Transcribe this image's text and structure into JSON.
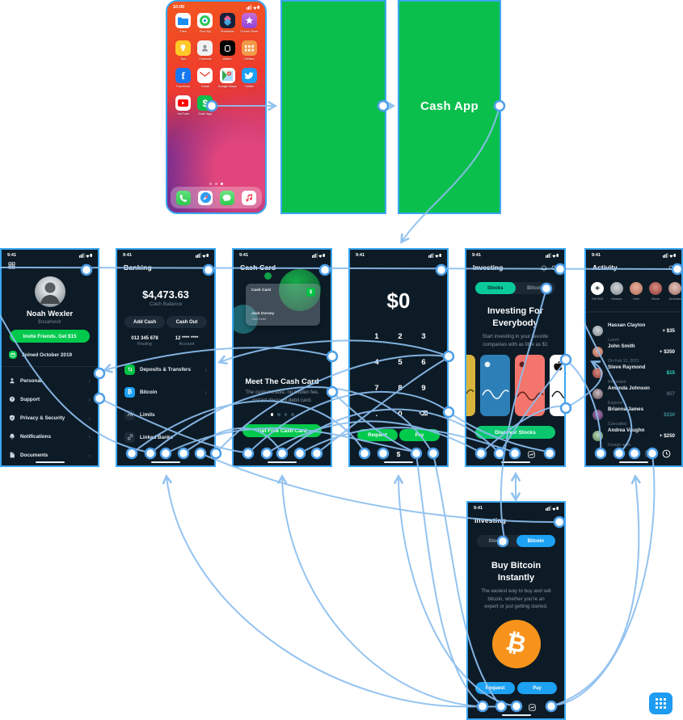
{
  "colors": {
    "cash_green": "#0bbf4d",
    "button_green": "#00c94c",
    "figma_blue": "#3aa7f4",
    "connector_blue": "#8cbeef",
    "screen_bg": "#0d1b26",
    "accent_blue": "#1da1f2",
    "bitcoin_orange": "#f7931a",
    "teal_segment": "#0aca9c"
  },
  "status_time": "9:41",
  "home": {
    "time": "10:00",
    "apps": [
      {
        "icon": "files-icon",
        "label": "Files"
      },
      {
        "icon": "findmy-icon",
        "label": "Find My"
      },
      {
        "icon": "shortcuts-icon",
        "label": "Shortcuts"
      },
      {
        "icon": "itunes-store-icon",
        "label": "iTunes Store"
      },
      {
        "icon": "tips-icon",
        "label": "Tips"
      },
      {
        "icon": "contacts-icon",
        "label": "Contacts"
      },
      {
        "icon": "watch-icon",
        "label": "Watch"
      },
      {
        "icon": "utilities-icon",
        "label": "Utilities"
      },
      {
        "icon": "facebook-icon",
        "label": "Facebook"
      },
      {
        "icon": "gmail-icon",
        "label": "Gmail"
      },
      {
        "icon": "google-maps-icon",
        "label": "Google Maps"
      },
      {
        "icon": "twitter-icon",
        "label": "Twitter"
      },
      {
        "icon": "youtube-icon",
        "label": "YouTube"
      },
      {
        "icon": "cash-app-icon",
        "label": "Cash App"
      }
    ],
    "dock_icons": [
      "phone-icon",
      "safari-icon",
      "messages-icon",
      "music-icon"
    ]
  },
  "splash": {
    "label": "Cash App"
  },
  "profile": {
    "name": "Noah Wexler",
    "handle": "$noahwxlr",
    "invite_button": "Invite Friends. Get $15",
    "joined": "Joined October 2019",
    "menu": [
      {
        "icon": "person-icon",
        "label": "Personal"
      },
      {
        "icon": "question-icon",
        "label": "Support"
      },
      {
        "icon": "shield-icon",
        "label": "Privacy & Security"
      },
      {
        "icon": "bell-icon",
        "label": "Notifications"
      },
      {
        "icon": "document-icon",
        "label": "Documents"
      }
    ]
  },
  "banking": {
    "title": "Banking",
    "balance": "$4,473.63",
    "balance_label": "Cash Balance",
    "add_cash": "Add Cash",
    "cash_out": "Cash Out",
    "routing_value": "012 345 678",
    "routing_label": "Routing",
    "account_value": "12 **** ****",
    "account_label": "Account",
    "menu": [
      {
        "icon": "transfers-icon",
        "label": "Deposits & Transfers"
      },
      {
        "icon": "bitcoin-icon",
        "label": "Bitcoin"
      },
      {
        "icon": "limits-icon",
        "label": "Limits"
      },
      {
        "icon": "link-icon",
        "label": "Linked Banks"
      }
    ]
  },
  "cash_card": {
    "title": "Cash Card",
    "card_brand": "Cash Card",
    "card_name": "Jack Dorsey",
    "card_type": "Visa Debit",
    "heading": "Meet The Cash Card",
    "desc": "The customizable, no hidden fee, instant discount debit card.",
    "cta": "Get Free Cash Card"
  },
  "payment": {
    "amount": "$0",
    "keys": [
      "1",
      "2",
      "3",
      "4",
      "5",
      "6",
      "7",
      "8",
      "9",
      ".",
      "0",
      "⌫"
    ],
    "request": "Request",
    "pay": "Pay"
  },
  "investing": {
    "title": "Investing",
    "tab_stocks": "Stocks",
    "tab_bitcoin": "Bitcoin",
    "heading_line1": "Investing For",
    "heading_line2": "Everybody",
    "desc": "Start investing in your favorite companies with as little as $1",
    "cta": "Discover Stocks"
  },
  "activity": {
    "title": "Activity",
    "contacts": [
      "Get $15",
      "Hassan",
      "John",
      "Steve",
      "Amanda"
    ],
    "transactions": [
      {
        "name": "Hassan Clayton",
        "sub": "Lunch",
        "amount": "+ $35"
      },
      {
        "name": "John Smith",
        "sub": "On Feb 12, 2021",
        "amount": "+ $350"
      },
      {
        "name": "Steve Raymond",
        "sub": "Refunded",
        "amount": "$15"
      },
      {
        "name": "Amanda Johnson",
        "sub": "Expired",
        "amount": "$57"
      },
      {
        "name": "Brianna James",
        "sub": "Cancelled",
        "amount": "$150"
      },
      {
        "name": "Andrea Vaughn",
        "sub": "Design work",
        "amount": "+ $250"
      }
    ]
  },
  "bitcoin": {
    "title": "Investing",
    "tab_stocks": "Stocks",
    "tab_bitcoin": "Bitcoin",
    "heading_line1": "Buy Bitcoin",
    "heading_line2": "Instantly",
    "desc": "The easiest way to buy and sell bitcoin, whether you're an expert or just getting started.",
    "request": "Request",
    "pay": "Pay",
    "bitcoin_symbol": "₿"
  },
  "tab_icons": [
    "banking-tab-icon",
    "card-tab-icon",
    "dollar-tab-icon",
    "investing-tab-icon",
    "activity-tab-icon"
  ],
  "apps_grid_button": {
    "icon": "apps-grid-icon"
  }
}
